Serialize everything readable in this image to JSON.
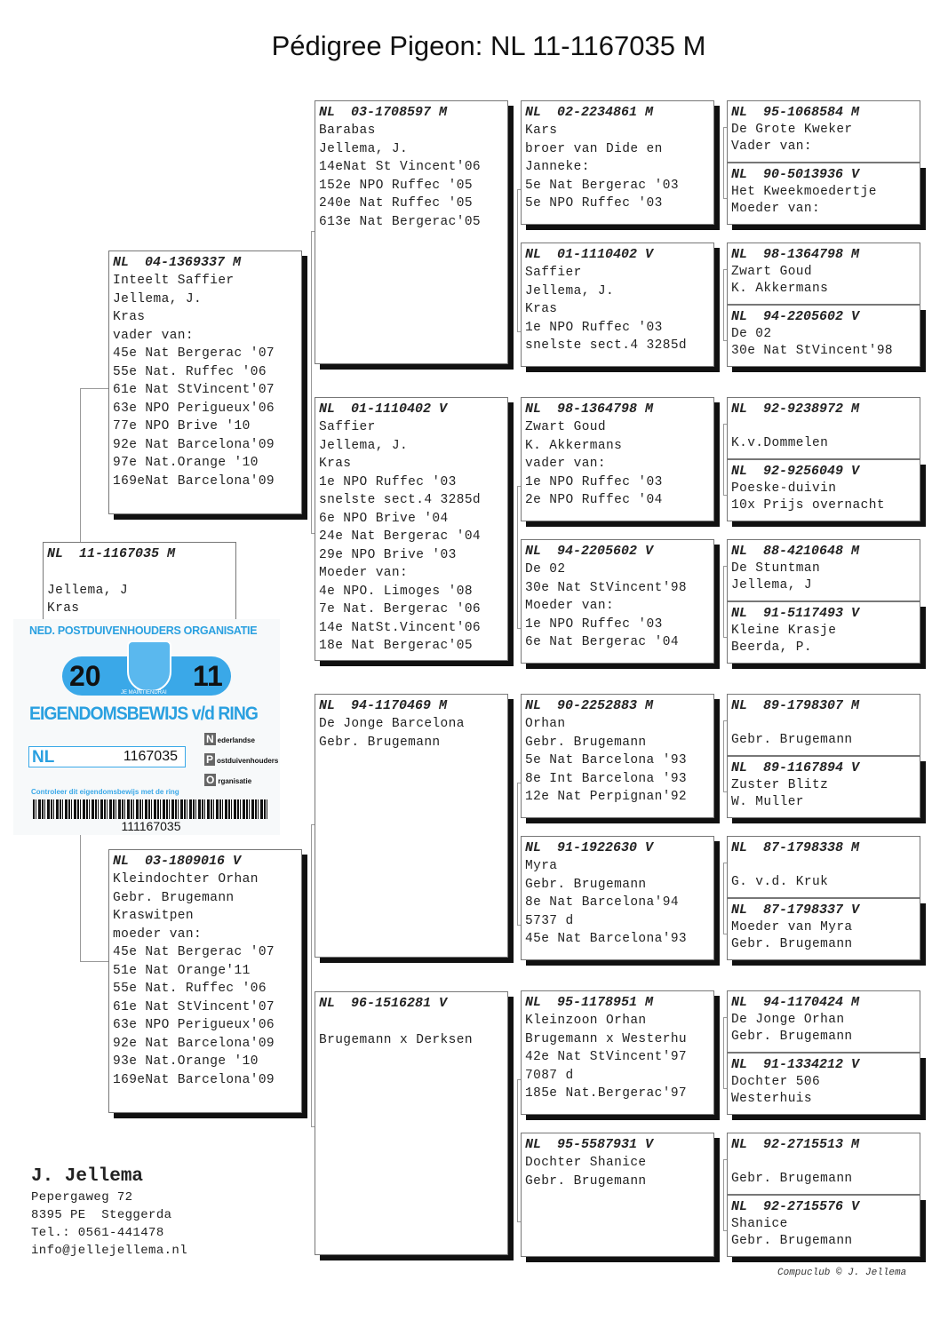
{
  "title": "Pédigree Pigeon: NL  11-1167035 M",
  "subject": {
    "ring": "NL  11-1167035 M",
    "lines": [
      "",
      "Jellema, J",
      "Kras"
    ]
  },
  "certificate": {
    "org": "NED. POSTDUIVENHOUDERS ORGANISATIE",
    "year_left": "20",
    "year_right": "11",
    "motto": "JE MAINTIENDRAI",
    "title": "EIGENDOMSBEWIJS v/d RING",
    "country": "NL",
    "ring_number": "1167035",
    "npo_lines": [
      "ederlandse",
      "ostduivenhouders",
      "rganisatie"
    ],
    "npo_letters": [
      "N",
      "P",
      "O"
    ],
    "check_text": "Controleer dit eigendomsbewijs met de ring",
    "barcode_number": "111167035"
  },
  "gen1": [
    {
      "ring": "NL  04-1369337 M",
      "lines": [
        "Inteelt Saffier",
        "Jellema, J.",
        "Kras",
        "vader van:",
        "45e Nat Bergerac '07",
        "55e Nat. Ruffec '06",
        "61e Nat StVincent'07",
        "63e NPO Perigueux'06",
        "77e NPO Brive '10",
        "92e Nat Barcelona'09",
        "97e Nat.Orange '10",
        "169eNat Barcelona'09"
      ]
    },
    {
      "ring": "NL  03-1809016 V",
      "lines": [
        "Kleindochter Orhan",
        "Gebr. Brugemann",
        "Kraswitpen",
        "moeder van:",
        "45e Nat Bergerac '07",
        "51e Nat Orange'11",
        "55e Nat. Ruffec '06",
        "61e Nat StVincent'07",
        "63e NPO Perigueux'06",
        "92e Nat Barcelona'09",
        "93e Nat.Orange '10",
        "169eNat Barcelona'09"
      ]
    }
  ],
  "gen2": [
    {
      "ring": "NL  03-1708597 M",
      "lines": [
        "Barabas",
        "Jellema, J.",
        "14eNat St Vincent'06",
        "152e NPO Ruffec '05",
        "240e Nat Ruffec '05",
        "613e Nat Bergerac'05"
      ]
    },
    {
      "ring": "NL  01-1110402 V",
      "lines": [
        "Saffier",
        "Jellema, J.",
        "Kras",
        "1e NPO Ruffec '03",
        "snelste sect.4 3285d",
        "6e NPO Brive '04",
        "24e Nat Bergerac '04",
        "29e NPO Brive '03",
        "Moeder van:",
        "4e NPO. Limoges '08",
        "7e Nat. Bergerac '06",
        "14e NatSt.Vincent'06",
        "18e Nat Bergerac'05"
      ]
    },
    {
      "ring": "NL  94-1170469 M",
      "lines": [
        "De Jonge Barcelona",
        "Gebr. Brugemann"
      ]
    },
    {
      "ring": "NL  96-1516281 V",
      "lines": [
        "",
        "Brugemann x Derksen"
      ]
    }
  ],
  "gen3": [
    {
      "ring": "NL  02-2234861 M",
      "lines": [
        "Kars",
        "broer van Dide en",
        "Janneke:",
        "5e Nat Bergerac '03",
        "5e NPO Ruffec '03"
      ]
    },
    {
      "ring": "NL  01-1110402 V",
      "lines": [
        "Saffier",
        "Jellema, J.",
        "Kras",
        "1e NPO Ruffec '03",
        "snelste sect.4 3285d"
      ]
    },
    {
      "ring": "NL  98-1364798 M",
      "lines": [
        "Zwart Goud",
        "K. Akkermans",
        "vader van:",
        "1e NPO Ruffec '03",
        "2e NPO Ruffec '04"
      ]
    },
    {
      "ring": "NL  94-2205602 V",
      "lines": [
        "De 02",
        "30e Nat StVincent'98",
        "Moeder van:",
        "1e NPO Ruffec '03",
        "6e Nat Bergerac '04"
      ]
    },
    {
      "ring": "NL  90-2252883 M",
      "lines": [
        "Orhan",
        "Gebr. Brugemann",
        "5e Nat Barcelona '93",
        "8e Int Barcelona '93",
        "12e Nat Perpignan'92"
      ]
    },
    {
      "ring": "NL  91-1922630 V",
      "lines": [
        "Myra",
        "Gebr. Brugemann",
        "8e Nat Barcelona'94",
        "5737 d",
        "45e Nat Barcelona'93"
      ]
    },
    {
      "ring": "NL  95-1178951 M",
      "lines": [
        "Kleinzoon Orhan",
        "Brugemann x Westerhu",
        "42e Nat StVincent'97",
        "7087 d",
        "185e Nat.Bergerac'97"
      ]
    },
    {
      "ring": "NL  95-5587931 V",
      "lines": [
        "Dochter Shanice",
        "Gebr. Brugemann"
      ]
    }
  ],
  "gen4": [
    {
      "ring": "NL  95-1068584 M",
      "lines": [
        "De Grote Kweker",
        "Vader van:"
      ]
    },
    {
      "ring": "NL  90-5013936 V",
      "lines": [
        "Het Kweekmoedertje",
        "Moeder van:"
      ]
    },
    {
      "ring": "NL  98-1364798 M",
      "lines": [
        "Zwart Goud",
        "K. Akkermans"
      ]
    },
    {
      "ring": "NL  94-2205602 V",
      "lines": [
        "De 02",
        "30e Nat StVincent'98"
      ]
    },
    {
      "ring": "NL  92-9238972 M",
      "lines": [
        "",
        "K.v.Dommelen"
      ]
    },
    {
      "ring": "NL  92-9256049 V",
      "lines": [
        "Poeske-duivin",
        "10x Prijs overnacht"
      ]
    },
    {
      "ring": "NL  88-4210648 M",
      "lines": [
        "De Stuntman",
        "Jellema, J"
      ]
    },
    {
      "ring": "NL  91-5117493 V",
      "lines": [
        "Kleine Krasje",
        "Beerda, P."
      ]
    },
    {
      "ring": "NL  89-1798307 M",
      "lines": [
        "",
        "Gebr. Brugemann"
      ]
    },
    {
      "ring": "NL  89-1167894 V",
      "lines": [
        "Zuster Blitz",
        "W. Muller"
      ]
    },
    {
      "ring": "NL  87-1798338 M",
      "lines": [
        "",
        "G. v.d. Kruk"
      ]
    },
    {
      "ring": "NL  87-1798337 V",
      "lines": [
        "Moeder van Myra",
        "Gebr. Brugemann"
      ]
    },
    {
      "ring": "NL  94-1170424 M",
      "lines": [
        "De Jonge Orhan",
        "Gebr. Brugemann"
      ]
    },
    {
      "ring": "NL  91-1334212 V",
      "lines": [
        "Dochter 506",
        "Westerhuis"
      ]
    },
    {
      "ring": "NL  92-2715513 M",
      "lines": [
        "",
        "Gebr. Brugemann"
      ]
    },
    {
      "ring": "NL  92-2715576 V",
      "lines": [
        "Shanice",
        "Gebr. Brugemann"
      ]
    }
  ],
  "breeder": {
    "name": "J. Jellema",
    "lines": [
      "Pepergaweg 72",
      "8395 PE  Steggerda",
      "Tel.: 0561-441478",
      "info@jellejellema.nl"
    ]
  },
  "footer": "Compuclub © J. Jellema"
}
